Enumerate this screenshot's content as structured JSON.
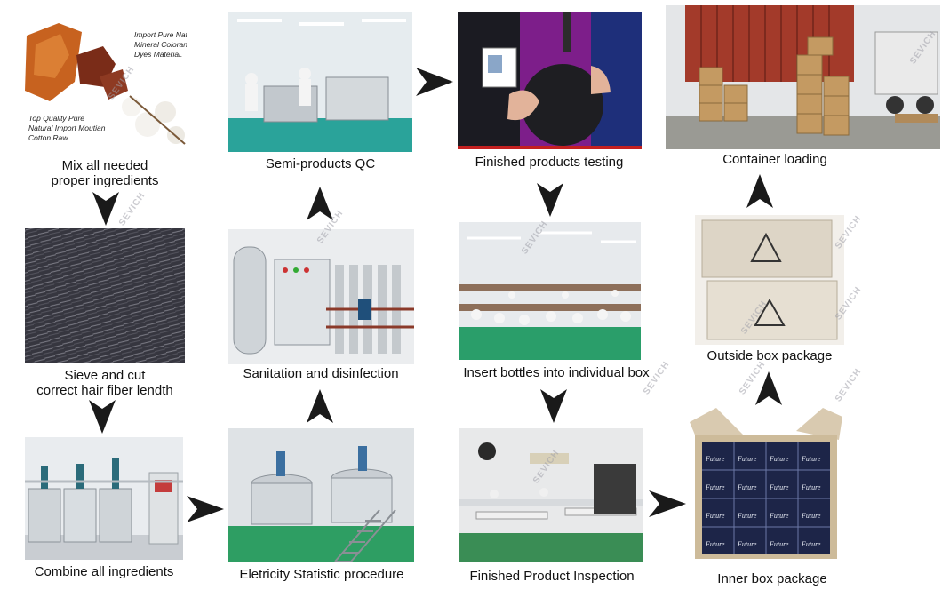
{
  "steps": [
    {
      "id": 1,
      "caption_lines": [
        "Mix all needed",
        "proper ingredients"
      ],
      "photo_text": [
        "Import Pure Natural",
        "Mineral Colorant",
        "Dyes Material."
      ],
      "photo_text_2": [
        "Top Quality Pure",
        "Natural Import Moutian",
        "Cotton Raw."
      ]
    },
    {
      "id": 2,
      "caption_lines": [
        "Sieve and cut",
        "correct hair fiber lendth"
      ]
    },
    {
      "id": 3,
      "caption_lines": [
        "Combine all ingredients"
      ]
    },
    {
      "id": 4,
      "caption_lines": [
        "Eletricity Statistic procedure"
      ]
    },
    {
      "id": 5,
      "caption_lines": [
        "Sanitation and disinfection"
      ]
    },
    {
      "id": 6,
      "caption_lines": [
        "Semi-products QC"
      ]
    },
    {
      "id": 7,
      "caption_lines": [
        "Finished products testing"
      ]
    },
    {
      "id": 8,
      "caption_lines": [
        "Insert bottles into individual box"
      ]
    },
    {
      "id": 9,
      "caption_lines": [
        "Finished Product Inspection"
      ]
    },
    {
      "id": 10,
      "caption_lines": [
        "Inner box package"
      ],
      "box_brand": "Future"
    },
    {
      "id": 11,
      "caption_lines": [
        "Outside box package"
      ]
    },
    {
      "id": 12,
      "caption_lines": [
        "Container loading"
      ]
    }
  ],
  "watermark": "SEVICH"
}
